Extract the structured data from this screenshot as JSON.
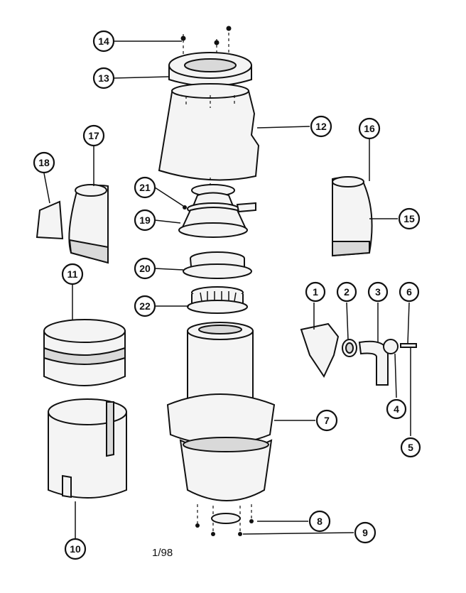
{
  "diagram": {
    "page_stamp": "1/98",
    "callouts": [
      "1",
      "2",
      "3",
      "4",
      "5",
      "6",
      "7",
      "8",
      "9",
      "10",
      "11",
      "12",
      "13",
      "14",
      "15",
      "16",
      "17",
      "18",
      "19",
      "20",
      "21",
      "22"
    ]
  }
}
